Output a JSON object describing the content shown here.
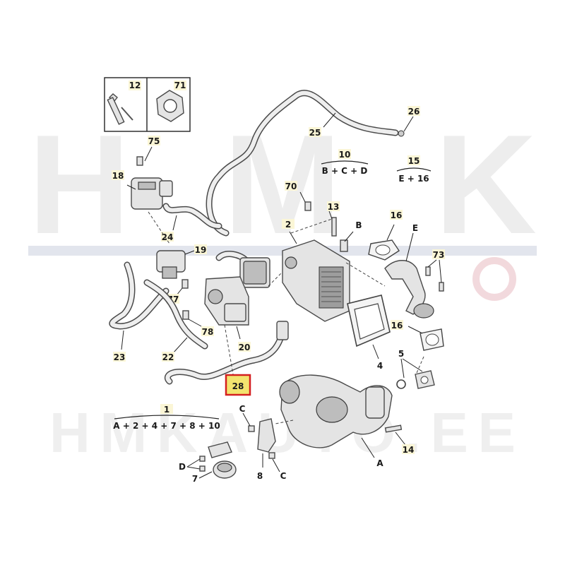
{
  "watermark": {
    "logo": "HMK",
    "text": "HMKAUTO.EE"
  },
  "callouts": {
    "c12": "12",
    "c71": "71",
    "c26": "26",
    "c25": "25",
    "c75": "75",
    "c18": "18",
    "c70": "70",
    "c13": "13",
    "c2": "2",
    "cB": "B",
    "c16a": "16",
    "cE": "E",
    "c24": "24",
    "c19": "19",
    "c73": "73",
    "c77": "77",
    "c78": "78",
    "c16b": "16",
    "c23": "23",
    "c22": "22",
    "c20": "20",
    "c4": "4",
    "c5": "5",
    "c28": "28",
    "cC1": "C",
    "c14": "14",
    "cD": "D",
    "c7": "7",
    "c8": "8",
    "cC2": "C",
    "cA": "A"
  },
  "groups": {
    "g10": {
      "num": "10",
      "formula": "B + C + D"
    },
    "g15": {
      "num": "15",
      "formula": "E + 16"
    },
    "g1": {
      "num": "1",
      "formula": "A + 2 + 4 + 7 + 8 + 10"
    }
  },
  "highlight": {
    "label": "28",
    "border": "#d42020",
    "fill": "#f3e46f"
  },
  "colors": {
    "watermark_red": "#c0283a",
    "watermark_blue": "#2c4f8e",
    "watermark_grey": "#d9d9d9"
  }
}
